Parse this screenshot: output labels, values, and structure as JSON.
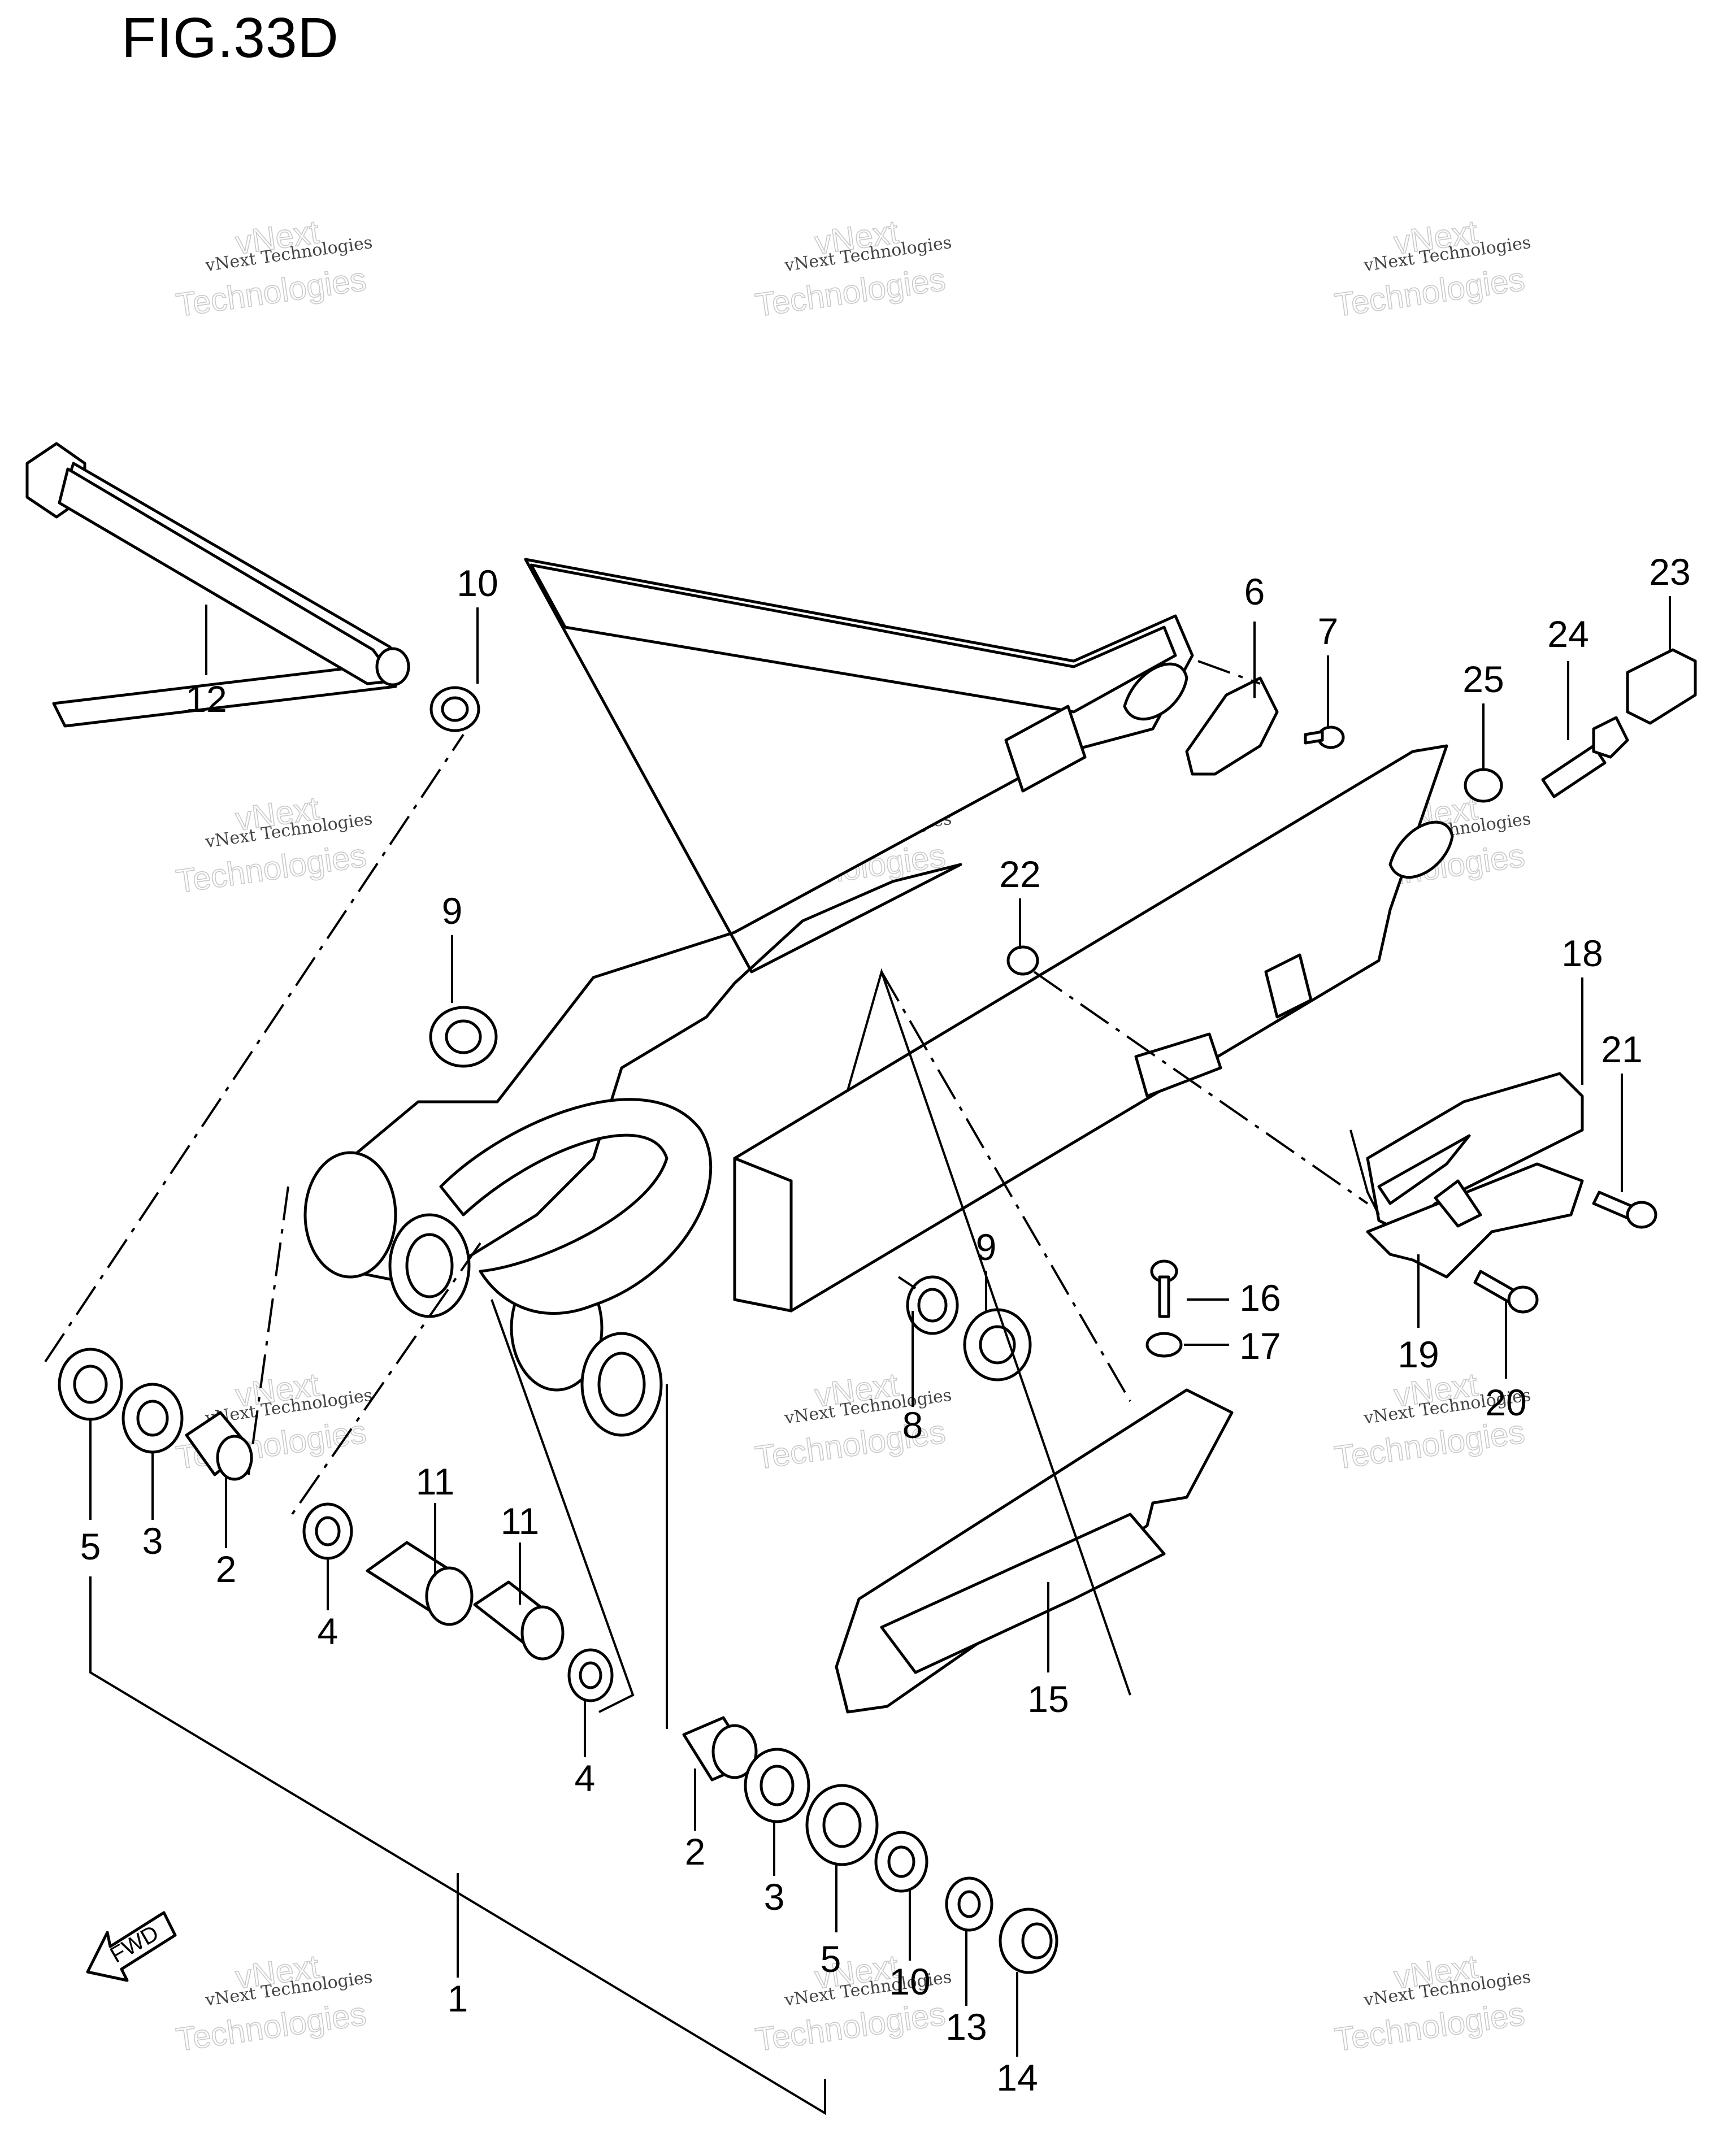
{
  "figure": {
    "title": "FIG.33D"
  },
  "watermark": {
    "small_text": "vNext Technologies",
    "big_line1": "vNext",
    "big_line2": "Technologies"
  },
  "fwd_arrow": {
    "label": "FWD"
  },
  "callouts": [
    {
      "label": "1"
    },
    {
      "label": "2"
    },
    {
      "label": "2"
    },
    {
      "label": "3"
    },
    {
      "label": "3"
    },
    {
      "label": "4"
    },
    {
      "label": "4"
    },
    {
      "label": "5"
    },
    {
      "label": "5"
    },
    {
      "label": "6"
    },
    {
      "label": "7"
    },
    {
      "label": "8"
    },
    {
      "label": "9"
    },
    {
      "label": "9"
    },
    {
      "label": "10"
    },
    {
      "label": "10"
    },
    {
      "label": "11"
    },
    {
      "label": "11"
    },
    {
      "label": "12"
    },
    {
      "label": "13"
    },
    {
      "label": "14"
    },
    {
      "label": "15"
    },
    {
      "label": "16"
    },
    {
      "label": "17"
    },
    {
      "label": "18"
    },
    {
      "label": "19"
    },
    {
      "label": "20"
    },
    {
      "label": "21"
    },
    {
      "label": "22"
    },
    {
      "label": "23"
    },
    {
      "label": "24"
    },
    {
      "label": "25"
    }
  ]
}
